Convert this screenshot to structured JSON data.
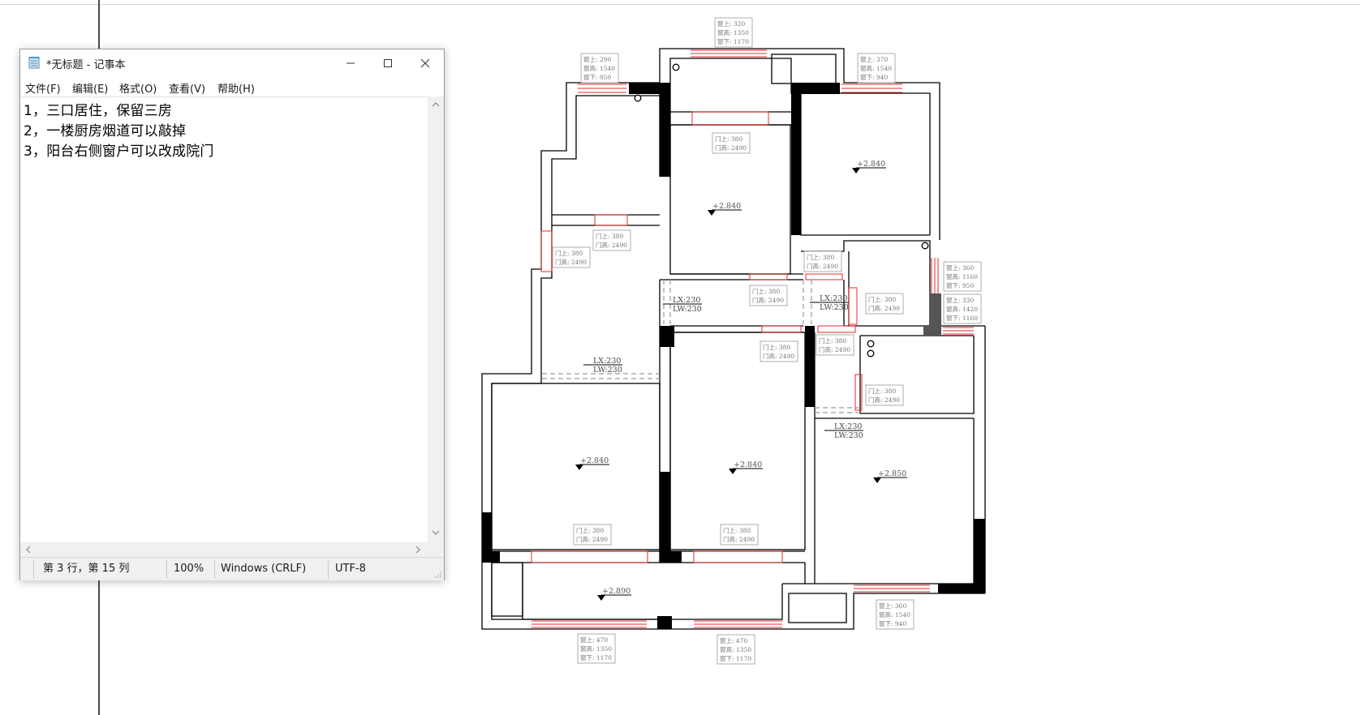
{
  "notepad": {
    "title": "*无标题 - 记事本",
    "menu": [
      "文件(F)",
      "编辑(E)",
      "格式(O)",
      "查看(V)",
      "帮助(H)"
    ],
    "lines": [
      "1，三口居住，保留三房",
      "2，一楼厨房烟道可以敲掉",
      "3，阳台右侧窗户可以改成院门"
    ],
    "status": {
      "position": "第 3 行，第 15 列",
      "zoom": "100%",
      "line_ending": "Windows (CRLF)",
      "encoding": "UTF-8"
    }
  },
  "floorplan": {
    "elevations": [
      "+2.840",
      "+2.840",
      "+2.840",
      "+2.840",
      "+2.850",
      "+2.890"
    ],
    "lxlw": [
      [
        "LX:230",
        "LW:230"
      ],
      [
        "LX:230",
        "LW:230"
      ],
      [
        "LX:230",
        "LW:230"
      ],
      [
        "LX:230",
        "LW:230"
      ]
    ],
    "window_tags": [
      [
        "窗上: 320",
        "窗高: 1350",
        "窗下: 1170"
      ],
      [
        "窗上: 290",
        "窗高: 1540",
        "窗下: 950"
      ],
      [
        "窗上: 370",
        "窗高: 1540",
        "窗下: 940"
      ],
      [
        "窗上: 360",
        "窗高: 1160",
        "窗下: 950"
      ],
      [
        "窗上: 330",
        "窗高: 1420",
        "窗下: 1160"
      ],
      [
        "窗上: 360",
        "窗高: 1540",
        "窗下: 940"
      ],
      [
        "窗上: 470",
        "窗高: 1350",
        "窗下: 1170"
      ],
      [
        "窗上: 470",
        "窗高: 1350",
        "窗下: 1170"
      ]
    ],
    "door_tags": [
      [
        "门上: 380",
        "门高: 2490"
      ],
      [
        "门上: 380",
        "门高: 2490"
      ],
      [
        "门上: 380",
        "门高: 2490"
      ],
      [
        "门上: 380",
        "门高: 2490"
      ],
      [
        "门上: 380",
        "门高: 2490"
      ],
      [
        "门上: 380",
        "门高: 2490"
      ],
      [
        "门上: 380",
        "门高: 2490"
      ],
      [
        "门上: 380",
        "门高: 2490"
      ],
      [
        "门上: 380",
        "门高: 2490"
      ],
      [
        "门上: 380",
        "门高: 2490"
      ],
      [
        "门上: 380",
        "门高: 2490"
      ]
    ]
  }
}
